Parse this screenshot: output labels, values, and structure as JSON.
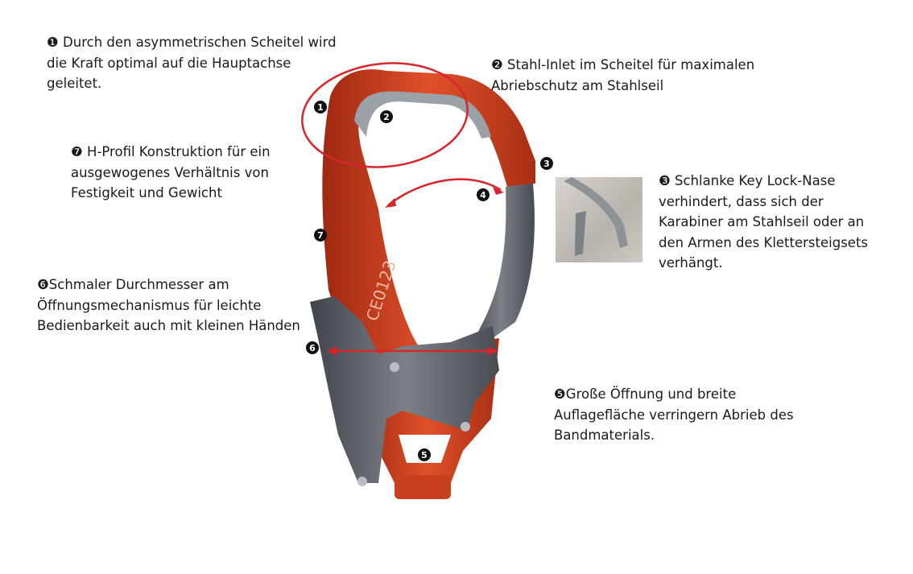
{
  "captions": [
    {
      "id": "1",
      "lines": [
        "❶ Durch den asymmetrischen Scheitel wird",
        "die Kraft optimal auf die Hauptachse",
        "geleitet."
      ]
    },
    {
      "id": "2",
      "lines": [
        "❷ Stahl-Inlet im Scheitel für maximalen",
        "Abriebschutz am Stahlseil"
      ]
    },
    {
      "id": "7",
      "lines": [
        "❼ H-Profil Konstruktion für ein",
        "ausgewogenes Verhältnis von",
        "Festigkeit und Gewicht"
      ]
    },
    {
      "id": "3",
      "lines": [
        "❸ Schlanke Key Lock-Nase",
        "verhindert, dass sich der",
        "Karabiner am Stahlseil oder an",
        "den Armen des Klettersteigsets",
        "verhängt."
      ]
    },
    {
      "id": "6",
      "lines": [
        "❻Schmaler Durchmesser am",
        "Öffnungsmechanismus für leichte",
        "Bedienbarkeit auch mit kleinen Händen"
      ]
    },
    {
      "id": "5",
      "lines": [
        "❺Große Öffnung und breite",
        "Auflagefläche verringern Abrieb des",
        "Bandmaterials."
      ]
    }
  ],
  "markers": [
    "1",
    "2",
    "3",
    "4",
    "5",
    "6",
    "7"
  ],
  "product_marking": "CE0123",
  "colors": {
    "highlight": "#d7252b",
    "body": "#c83a1e",
    "gate": "#5d6268"
  }
}
